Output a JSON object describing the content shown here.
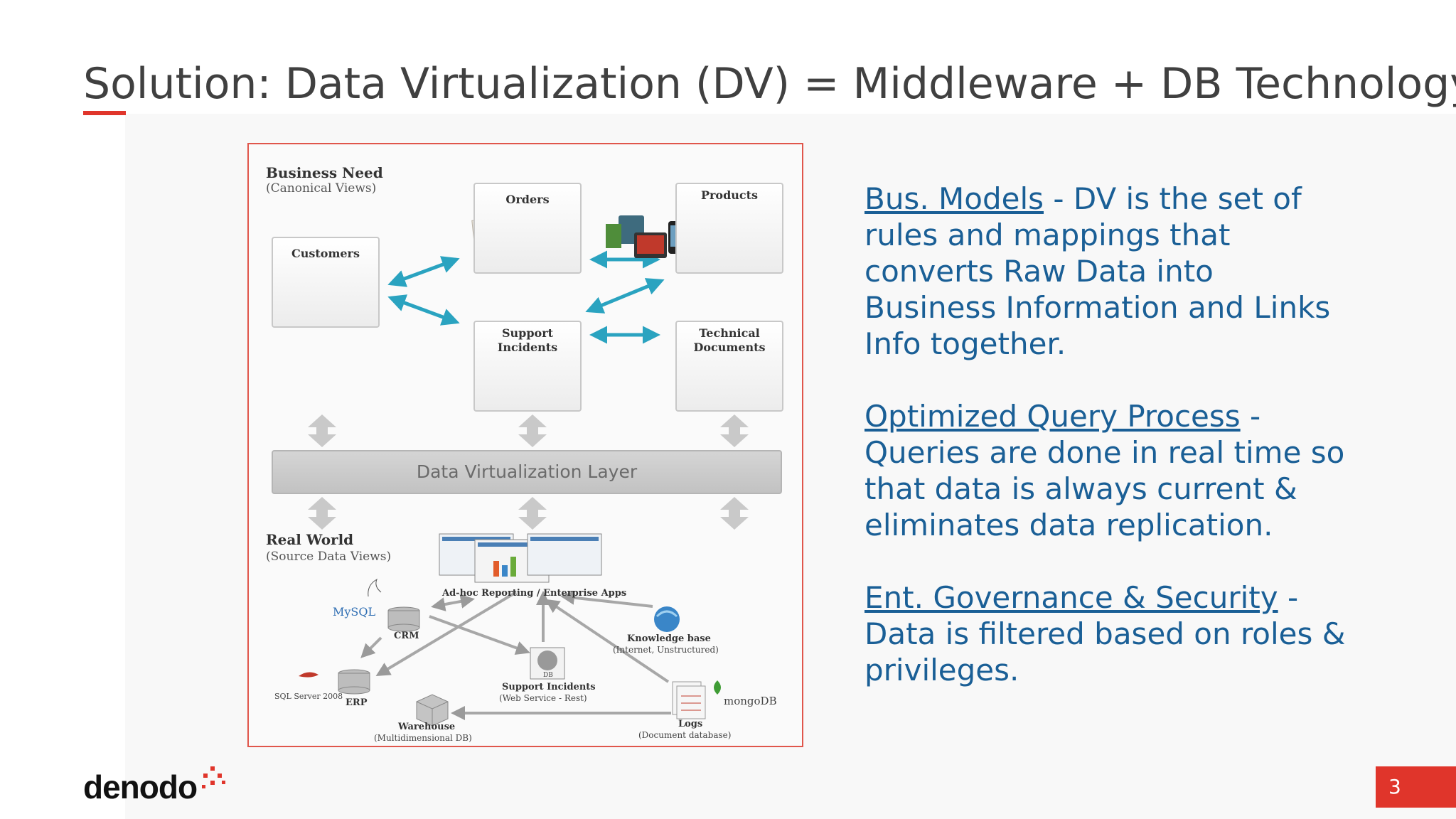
{
  "slide": {
    "title": "Solution: Data Virtualization (DV) = Middleware + DB Technology",
    "page_number": "3",
    "brand": "denodo",
    "accent_color": "#e0352b",
    "text_color": "#1a5f96"
  },
  "diagram": {
    "business_need": {
      "title": "Business Need",
      "subtitle": "(Canonical Views)"
    },
    "entities": {
      "customers": "Customers",
      "orders": "Orders",
      "products": "Products",
      "support_incidents": "Support\nIncidents",
      "technical_documents": "Technical\nDocuments"
    },
    "dv_layer": "Data Virtualization Layer",
    "real_world": {
      "title": "Real World",
      "subtitle": "(Source Data Views)"
    },
    "sources": {
      "adhoc": "Ad-hoc Reporting / Enterprise Apps",
      "mysql": "MySQL",
      "crm": "CRM",
      "knowledge_base": "Knowledge base",
      "knowledge_base_sub": "(Internet, Unstructured)",
      "sqlserver": "SQL Server 2008",
      "erp": "ERP",
      "db_label": "DB",
      "support_incidents": "Support Incidents",
      "support_incidents_sub": "(Web Service - Rest)",
      "mongodb": "mongoDB",
      "warehouse": "Warehouse",
      "warehouse_sub": "(Multidimensional DB)",
      "logs": "Logs",
      "logs_sub": "(Document database)"
    }
  },
  "points": [
    {
      "link": "Bus. Models",
      "text": " - DV is the set of rules and mappings that converts Raw Data into Business Information and Links Info together."
    },
    {
      "link": "Optimized Query Process",
      "text": " - Queries are done in real time so that data is always current & eliminates data replication."
    },
    {
      "link": "Ent. Governance & Security",
      "text": " - Data is filtered based on roles & privileges."
    }
  ]
}
